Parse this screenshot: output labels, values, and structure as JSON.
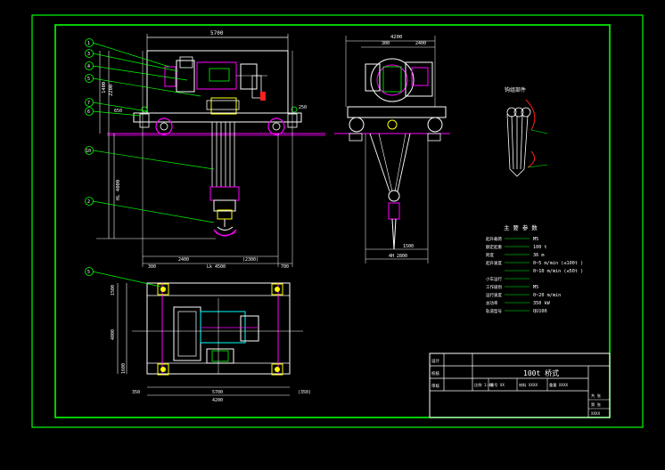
{
  "drawing": {
    "title": "100t 桥式",
    "front_view": {
      "balloons": [
        "1",
        "3",
        "4",
        "5",
        "7",
        "6",
        "10",
        "2"
      ],
      "dims_top": "5700",
      "dims_bottom": [
        "300",
        "2400",
        "Lk 4500",
        "(2300)",
        "700"
      ],
      "dims_left": [
        "1400",
        "2200",
        "HL 4000"
      ],
      "dim_side": "650",
      "dim_right": "250"
    },
    "side_view": {
      "dims_top": [
        "4200",
        "300",
        "2400"
      ],
      "dims_bottom": [
        "1500",
        "4H 2800"
      ]
    },
    "plan_view": {
      "balloon": "5",
      "dims_bottom": [
        "5700",
        "4200"
      ],
      "dims_left": [
        "1500",
        "4000",
        "1600"
      ],
      "dim_lower_left": "350",
      "dim_lower_right": "(350)"
    },
    "detail": {
      "label": "钩组部件"
    },
    "specs": {
      "heading": "主 要 参 数",
      "rows": [
        {
          "label": "起升载荷",
          "value": "M5"
        },
        {
          "label": "额定起重",
          "value": "100 t"
        },
        {
          "label": "跨度",
          "value": "36 m"
        },
        {
          "label": "起升速度",
          "value": "0~5 m/min (≤100t )"
        },
        {
          "label": "",
          "value": "0~10 m/min (≤50t )"
        },
        {
          "label": "小车运行",
          "value": ""
        },
        {
          "label": "工作级别",
          "value": "M5"
        },
        {
          "label": "运行速度",
          "value": "0~20 m/min"
        },
        {
          "label": "总功率",
          "value": "350 kW"
        },
        {
          "label": "轨道型号",
          "value": "QU100"
        }
      ]
    },
    "title_block": {
      "row_labels": [
        "设计",
        "校核",
        "审核"
      ],
      "cells": [
        "比例 1:40",
        "图号 XX",
        "材料 XXXX",
        "重量 XXXX"
      ],
      "right_labels": [
        "共 张",
        "第 张",
        "XXXX"
      ]
    }
  }
}
